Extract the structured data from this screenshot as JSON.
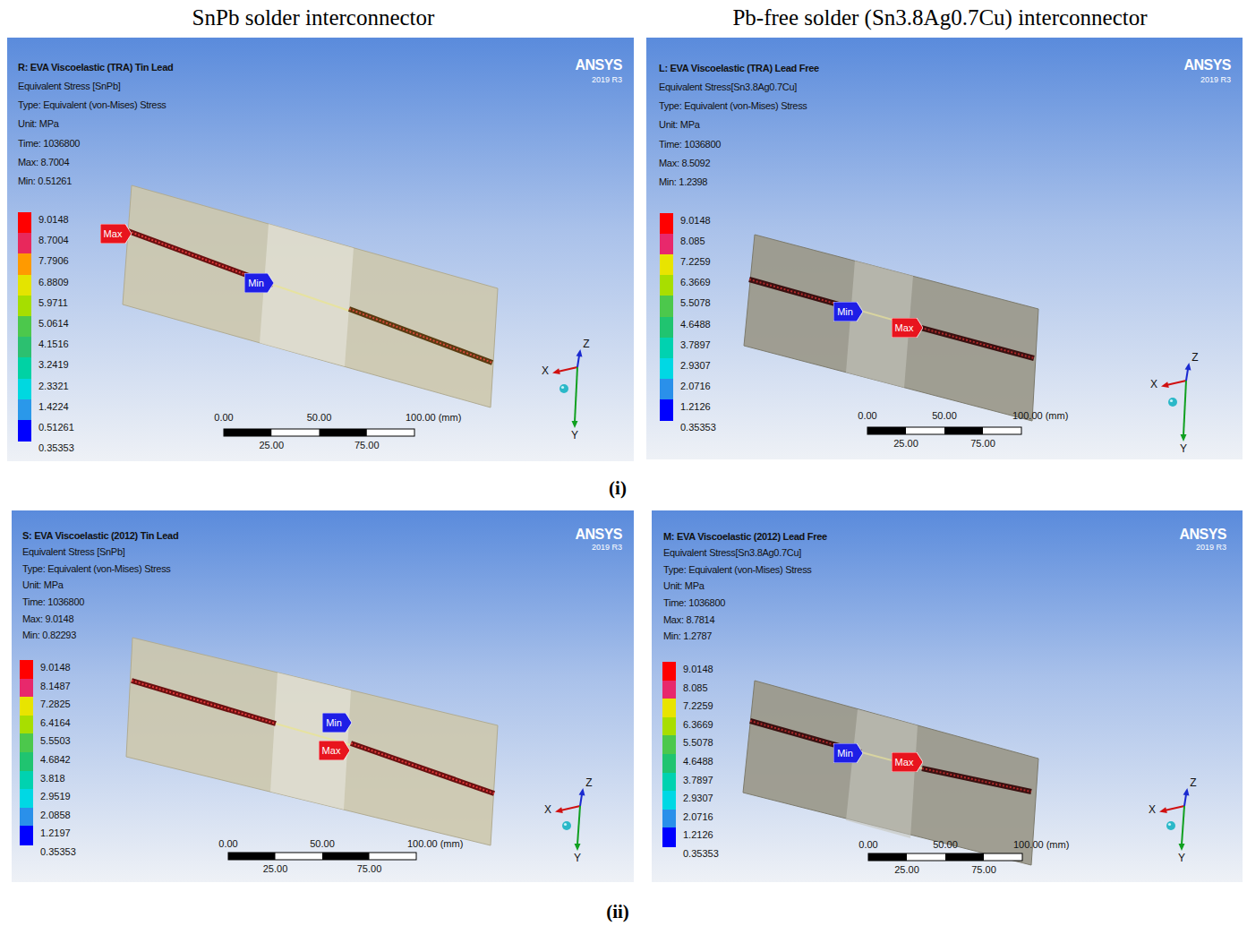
{
  "diagram": {
    "nodes": [
      {
        "text": [
          "R: EVA Viscoelastic (TRA) Tin Lead",
          "Equivalent Stress [SnPb]",
          "Type: Equivalent (von-Mises) Stress",
          "Unit: MPa",
          "Time: 1036800",
          "Max: 8.7004",
          "Min: 0.51261"
        ]
      },
      {
        "text": [
          "Max"
        ],
        "in": 0
      },
      {
        "text": [
          "Min"
        ],
        "in": 0
      },
      {
        "text": [
          "L: EVA Viscoelastic (TRA) Lead Free",
          "Equivalent Stress[Sn3.8Ag0.7Cu]",
          "Type: Equivalent (von-Mises) Stress",
          "Unit: MPa",
          "Time: 1036800",
          "Max: 8.5092",
          "Min: 1.2398"
        ]
      },
      {
        "text": [
          "Min"
        ],
        "in": 3
      },
      {
        "text": [
          "Max"
        ],
        "in": 3
      },
      {
        "text": [
          "S: EVA Viscoelastic (2012) Tin Lead",
          "Equivalent Stress [SnPb]",
          "Type: Equivalent (von-Mises) Stress",
          "Unit: MPa",
          "Time: 1036800",
          "Max: 9.0148",
          "Min: 0.82293"
        ]
      },
      {
        "text": [
          "Min"
        ],
        "in": 6
      },
      {
        "text": [
          "Max"
        ],
        "in": 6
      },
      {
        "text": [
          "M: EVA Viscoelastic (2012) Lead Free",
          "Equivalent Stress[Sn3.8Ag0.7Cu]",
          "Type: Equivalent (von-Mises) Stress",
          "Unit: MPa",
          "Time: 1036800",
          "Max: 8.7814",
          "Min: 1.2787"
        ]
      },
      {
        "text": [
          "Min"
        ],
        "in": 9
      },
      {
        "text": [
          "Max"
        ],
        "in": 9
      }
    ],
    "labels": [
      "SnPb solder interconnector",
      "Pb-free solder (Sn3.8Ag0.7Cu) interconnector",
      "(i)",
      "(ii)",
      "ANSYS",
      "2019 R3",
      "0.35353",
      "0.00",
      "50.00",
      "100.00 (mm)",
      "25.00",
      "75.00",
      "X",
      "Z",
      "Y",
      "ANSYS",
      "2019 R3",
      "0.35353",
      "0.00",
      "50.00",
      "100.00 (mm)",
      "25.00",
      "75.00",
      "X",
      "Z",
      "Y",
      "ANSYS",
      "2019 R3",
      "0.35353",
      "0.00",
      "50.00",
      "100.00 (mm)",
      "25.00",
      "75.00",
      "X",
      "Z",
      "Y",
      "ANSYS",
      "2019 R3",
      "0.35353",
      "0.00",
      "50.00",
      "100.00 (mm)",
      "25.00",
      "75.00",
      "X",
      "Z",
      "Y"
    ],
    "legend": [
      {
        "text": "9.0148",
        "color": "#ff0000"
      },
      {
        "text": "8.7004",
        "color": "#e8285c"
      },
      {
        "text": "7.7906",
        "color": "#ff9a00"
      },
      {
        "text": "6.8809",
        "color": "#e4e400"
      },
      {
        "text": "5.9711",
        "color": "#a6de00"
      },
      {
        "text": "5.0614",
        "color": "#4cc84c"
      },
      {
        "text": "4.1516",
        "color": "#2cc070"
      },
      {
        "text": "3.2419",
        "color": "#00d2a4"
      },
      {
        "text": "2.3321",
        "color": "#00d8e0"
      },
      {
        "text": "1.4224",
        "color": "#2a98ea"
      },
      {
        "text": "0.51261",
        "color": "#0000ff"
      },
      {
        "text": "9.0148",
        "color": "#ff0000"
      },
      {
        "text": "8.085",
        "color": "#e8286c"
      },
      {
        "text": "7.2259",
        "color": "#e8e400"
      },
      {
        "text": "6.3669",
        "color": "#a8de00"
      },
      {
        "text": "5.5078",
        "color": "#4cc84c"
      },
      {
        "text": "4.6488",
        "color": "#20c470"
      },
      {
        "text": "3.7897",
        "color": "#00d2b0"
      },
      {
        "text": "2.9307",
        "color": "#00d8e4"
      },
      {
        "text": "2.0716",
        "color": "#2a90ea"
      },
      {
        "text": "1.2126",
        "color": "#0000ff"
      },
      {
        "text": "9.0148",
        "color": "#ff0000"
      },
      {
        "text": "8.1487",
        "color": "#e8286c"
      },
      {
        "text": "7.2825",
        "color": "#e8e400"
      },
      {
        "text": "6.4164",
        "color": "#a8de00"
      },
      {
        "text": "5.5503",
        "color": "#4cc84c"
      },
      {
        "text": "4.6842",
        "color": "#20c470"
      },
      {
        "text": "3.818",
        "color": "#00d2b0"
      },
      {
        "text": "2.9519",
        "color": "#00d8e4"
      },
      {
        "text": "2.0858",
        "color": "#2a90ea"
      },
      {
        "text": "1.2197",
        "color": "#0000ff"
      },
      {
        "text": "9.0148",
        "color": "#ff0000"
      },
      {
        "text": "8.085",
        "color": "#e8286c"
      },
      {
        "text": "7.2259",
        "color": "#e8e400"
      },
      {
        "text": "6.3669",
        "color": "#a8de00"
      },
      {
        "text": "5.5078",
        "color": "#4cc84c"
      },
      {
        "text": "4.6488",
        "color": "#20c470"
      },
      {
        "text": "3.7897",
        "color": "#00d2b0"
      },
      {
        "text": "2.9307",
        "color": "#00d8e4"
      },
      {
        "text": "2.0716",
        "color": "#2a90ea"
      },
      {
        "text": "1.2126",
        "color": "#0000ff"
      }
    ]
  }
}
